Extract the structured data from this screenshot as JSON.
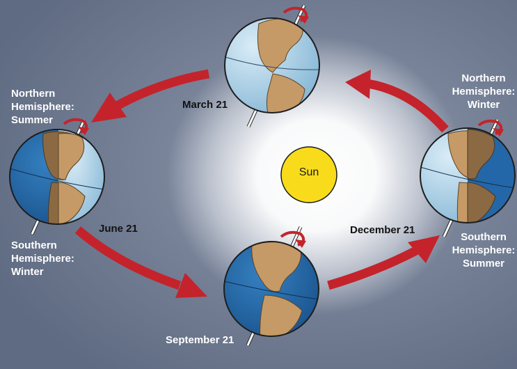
{
  "sun": {
    "label": "Sun"
  },
  "dates": {
    "march": "March 21",
    "june": "June 21",
    "september": "September 21",
    "december": "December 21"
  },
  "seasons": {
    "left_top": [
      "Northern",
      "Hemisphere:",
      "Summer"
    ],
    "left_bottom": [
      "Southern",
      "Hemisphere:",
      "Winter"
    ],
    "right_top": [
      "Northern",
      "Hemisphere:",
      "Winter"
    ],
    "right_bottom": [
      "Southern",
      "Hemisphere:",
      "Summer"
    ]
  },
  "colors": {
    "background": "#6f7a8f",
    "sun": "#f8dc1c",
    "orbit_arrow": "#c4232b",
    "ocean_lit": "#a9d0e6",
    "ocean_dark": "#2467a8",
    "land_lit": "#c59a66",
    "land_dark": "#8b6a43"
  },
  "icons": [
    "rotation-arrow-icon",
    "earth-globe-icon",
    "orbit-arrow-icon"
  ]
}
